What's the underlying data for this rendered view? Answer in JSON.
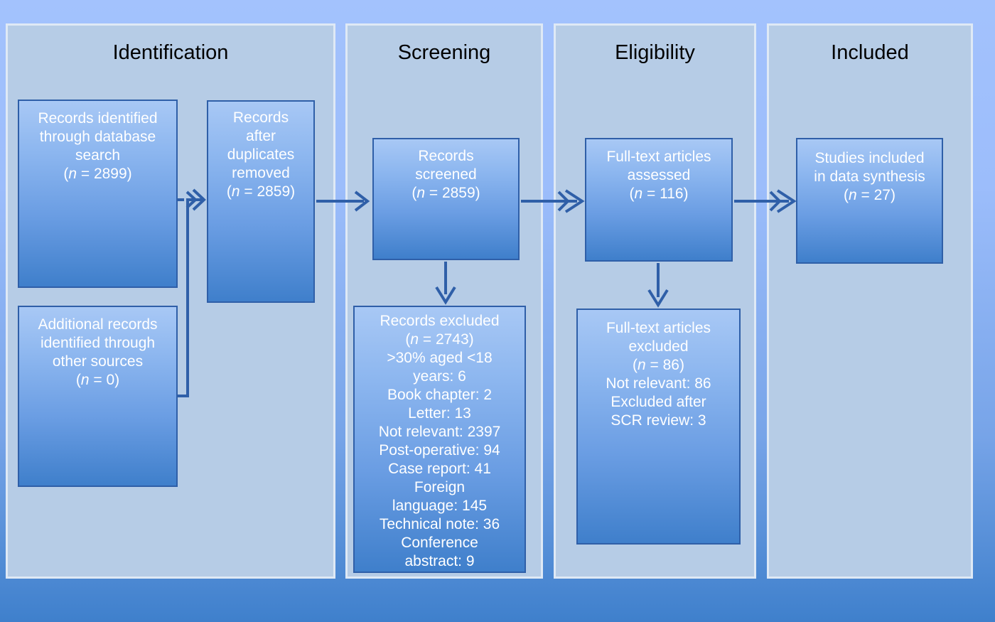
{
  "figure": {
    "type": "prisma-flow-diagram",
    "background_top_color": "#a3c2fd",
    "background_bottom_color": "#3f80cc",
    "panel_color": "#b6cce6",
    "panel_border_color": "#dfe9f5",
    "box_border_color": "#2f5fa8",
    "box_gradient_top": "#a8c8f5",
    "box_gradient_bottom": "#3f7fcb",
    "box_text_color": "#ffffff",
    "title_text_color": "#000000",
    "connector_color": "#2f5fa8"
  },
  "stages": {
    "identification": "Identification",
    "screening": "Screening",
    "eligibility": "Eligibility",
    "included": "Included"
  },
  "boxes": {
    "db_search": {
      "lines": [
        "Records identified",
        "through database",
        "search",
        "(n = 2899)"
      ],
      "l0": "Records identified",
      "l1": "through database",
      "l2": "search",
      "l3": "(n = 2899)",
      "n": 2899
    },
    "additional": {
      "lines": [
        "Additional records",
        "identified through",
        "other sources",
        "(n = 0)"
      ],
      "l0": "Additional records",
      "l1": "identified through",
      "l2": "other sources",
      "l3": "(n = 0)",
      "n": 0
    },
    "dedup": {
      "lines": [
        "Records",
        "after",
        "duplicates",
        "removed",
        "(n = 2859)"
      ],
      "l0": "Records",
      "l1": "after",
      "l2": "duplicates",
      "l3": "removed",
      "l4": "(n = 2859)",
      "n": 2859
    },
    "screened": {
      "lines": [
        "Records",
        "screened",
        "(n = 2859)"
      ],
      "l0": "Records",
      "l1": "screened",
      "l2": "(n = 2859)",
      "n": 2859
    },
    "records_excluded": {
      "lines": [
        "Records excluded",
        "(n = 2743)",
        ">30% aged <18",
        "years: 6",
        "Book chapter: 2",
        "Letter: 13",
        "Not relevant: 2397",
        "Post-operative: 94",
        "Case report: 41",
        "Foreign",
        "language: 145",
        "Technical note: 36",
        "Conference",
        "abstract: 9"
      ],
      "l0": "Records excluded",
      "l1": "(n = 2743)",
      "l2": ">30% aged <18",
      "l3": "years: 6",
      "l4": "Book chapter: 2",
      "l5": "Letter: 13",
      "l6": "Not relevant: 2397",
      "l7": "Post-operative: 94",
      "l8": "Case report: 41",
      "l9": "Foreign",
      "l10": "language: 145",
      "l11": "Technical note: 36",
      "l12": "Conference",
      "l13": "abstract: 9",
      "n": 2743,
      "reasons": [
        {
          "label": ">30% aged <18 years",
          "count": 6
        },
        {
          "label": "Book chapter",
          "count": 2
        },
        {
          "label": "Letter",
          "count": 13
        },
        {
          "label": "Not relevant",
          "count": 2397
        },
        {
          "label": "Post-operative",
          "count": 94
        },
        {
          "label": "Case report",
          "count": 41
        },
        {
          "label": "Foreign language",
          "count": 145
        },
        {
          "label": "Technical note",
          "count": 36
        },
        {
          "label": "Conference abstract",
          "count": 9
        }
      ]
    },
    "fulltext_assessed": {
      "lines": [
        "Full-text articles",
        "assessed",
        "(n = 116)"
      ],
      "l0": "Full-text articles",
      "l1": "assessed",
      "l2": "(n = 116)",
      "n": 116
    },
    "fulltext_excluded": {
      "lines": [
        "Full-text articles",
        "excluded",
        "(n = 86)",
        "Not relevant: 86",
        "Excluded after",
        "SCR review: 3"
      ],
      "l0": "Full-text articles",
      "l1": "excluded",
      "l2": "(n = 86)",
      "l3": "Not relevant: 86",
      "l4": "Excluded after",
      "l5": "SCR review: 3",
      "n": 86,
      "reasons": [
        {
          "label": "Not relevant",
          "count": 86
        },
        {
          "label": "Excluded after SCR review",
          "count": 3
        }
      ]
    },
    "included": {
      "lines": [
        "Studies included",
        "in data synthesis",
        "(n = 27)"
      ],
      "l0": "Studies included",
      "l1": "in data synthesis",
      "l2": "(n = 27)",
      "n": 27
    }
  },
  "connectors": [
    {
      "name": "db-search-to-dedup",
      "from": "db_search",
      "to": "dedup"
    },
    {
      "name": "additional-to-dedup",
      "from": "additional",
      "to": "dedup"
    },
    {
      "name": "dedup-to-screened",
      "from": "dedup",
      "to": "screened"
    },
    {
      "name": "screened-to-excluded",
      "from": "screened",
      "to": "records_excluded"
    },
    {
      "name": "screened-to-fulltext",
      "from": "screened",
      "to": "fulltext_assessed"
    },
    {
      "name": "fulltext-to-ft-excluded",
      "from": "fulltext_assessed",
      "to": "fulltext_excluded"
    },
    {
      "name": "fulltext-to-included",
      "from": "fulltext_assessed",
      "to": "included"
    }
  ]
}
